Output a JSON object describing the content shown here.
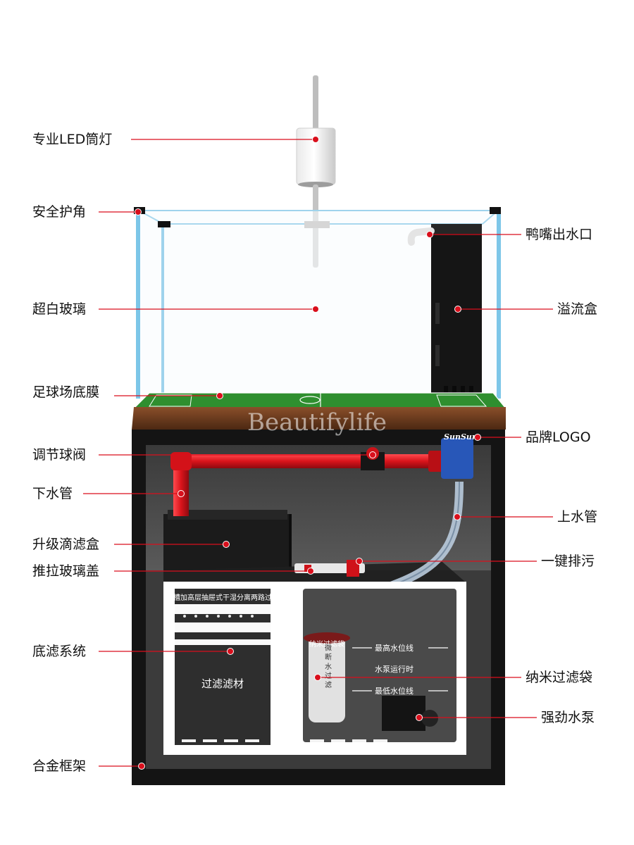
{
  "labels": {
    "led_lamp": "专业LED筒灯",
    "corner_guard": "安全护角",
    "glass": "超白玻璃",
    "soccer_film": "足球场底膜",
    "ball_valve": "调节球阀",
    "drain_pipe": "下水管",
    "drip_box": "升级滴滤盒",
    "sliding_glass": "推拉玻璃盖",
    "bottom_filter": "底滤系统",
    "frame": "合金框架",
    "duck_outlet": "鸭嘴出水口",
    "overflow_box": "溢流盒",
    "brand_logo": "品牌LOGO",
    "inlet_pipe": "上水管",
    "one_key_drain": "一键排污",
    "nano_bag": "纳米过滤袋",
    "pump": "强劲水泵"
  },
  "watermark": "Beautifylife",
  "brand": "SunSun",
  "sump": {
    "header": "水槽加高层抽屉式干湿分离两路过滤",
    "media": "过滤滤材",
    "bag": "纳米过滤袋",
    "bag_vertical": "微 断 水 过 滤",
    "water_high": "最高水位线",
    "water_running": "水泵运行时",
    "water_low": "最低水位线"
  },
  "colors": {
    "marker": "#d90f1c",
    "pipe": "#e3181f",
    "cabinet": "#141414",
    "wood": "#6b3a1f",
    "grass": "#2f8f2f",
    "glass_edge": "#7cc6e8"
  }
}
